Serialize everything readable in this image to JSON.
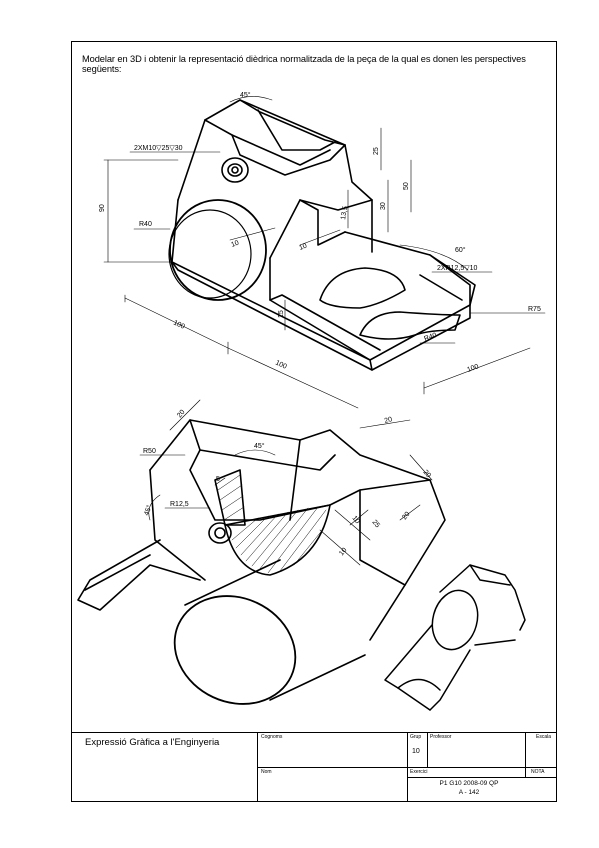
{
  "instruction": "Modelar en 3D i obtenir la representació dièdrica normalitzada de la peça de la qual es donen les perspectives següents:",
  "top_view": {
    "dims": {
      "angle_top": "45°",
      "thread": "2XM10▽25▽30",
      "d25": "25",
      "d50": "50",
      "d90": "90",
      "d30": "30",
      "d13_5": "13,5",
      "r40_left": "R40",
      "d10_left": "10",
      "d10_mid": "10",
      "angle_60": "60°",
      "slot": "2XR12,5▽10",
      "d15": "15",
      "r75": "R75",
      "r40_right": "R40",
      "d100_left": "100",
      "d100_mid": "100",
      "d100_right": "100"
    }
  },
  "bottom_view": {
    "dims": {
      "d20_top": "20",
      "r50": "R50",
      "angle_45_mid": "45°",
      "d5": "5",
      "angle_45_left": "45°",
      "r12_5": "R12,5",
      "d20_right_top": "20",
      "d20_right_mid": "20",
      "d20_right": "20",
      "d25": "25",
      "d10_a": "10",
      "d10_b": "10"
    }
  },
  "title_block": {
    "course": "Expressió Gràfica a l'Enginyeria",
    "cognoms_label": "Cognoms",
    "grup_label": "Grup",
    "grup_value": "10",
    "professor_label": "Professor",
    "escala_label": "Escala",
    "nom_label": "Nom",
    "exercici_label": "Exercici",
    "nota_label": "NOTA",
    "exercise_code": "P1 G10 2008-09 QP",
    "exercise_number": "A - 142"
  }
}
